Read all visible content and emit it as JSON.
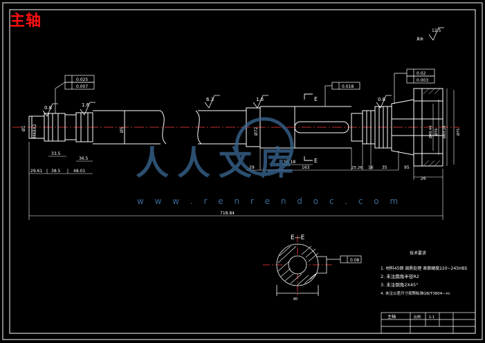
{
  "title": "主轴",
  "watermark": {
    "logo_text": "人人文库",
    "url_text": "w w w . r e n r e n d o c . c o m"
  },
  "roughness": {
    "general": "12.5",
    "general_note": "其余",
    "marks": [
      "0.8",
      "1.6",
      "6.3",
      "1.6",
      "0.8"
    ]
  },
  "geometric_tolerances": {
    "left_1": "0.025",
    "left_2": "0.007",
    "mid": "0.018",
    "right_1": "0.02",
    "right_2": "0.003",
    "section": "0.08"
  },
  "section_label": "E",
  "section_view_title": "E—E",
  "dimensions": {
    "d_left": "Ø1",
    "thread": "M48X2",
    "d_shaft": "Ø5",
    "d_mid": "Ø72",
    "d_right_1": "Ø49.44",
    "d_right_2": "Ø76",
    "d_right_3": "Ø83.24",
    "d_right_4": "Ø75",
    "l_29_61": "29.61",
    "l_38_5": "38.5",
    "l_48_01": "48.01",
    "l_33_5": "33.5",
    "l_36_5": "36.5",
    "l_29": "29",
    "l_163": "163",
    "l_55_18": "55.18",
    "l_25_26": "25.26",
    "l_16": "16",
    "l_35": "35",
    "l_95": "95",
    "l_26": "26",
    "total": "718.84",
    "section_width": "80"
  },
  "tech_requirements": {
    "heading": "技术要求",
    "items": [
      "1. 材料45钢  调质处理  表面硬度220~245HBS",
      "2. 未注圆角半径R2",
      "3. 未注倒角2X45°",
      "4. 未注公差尺寸按照标准GB/T3804—m"
    ]
  },
  "title_block": {
    "name": "主轴",
    "cells": [
      "比例",
      "1:1"
    ]
  }
}
